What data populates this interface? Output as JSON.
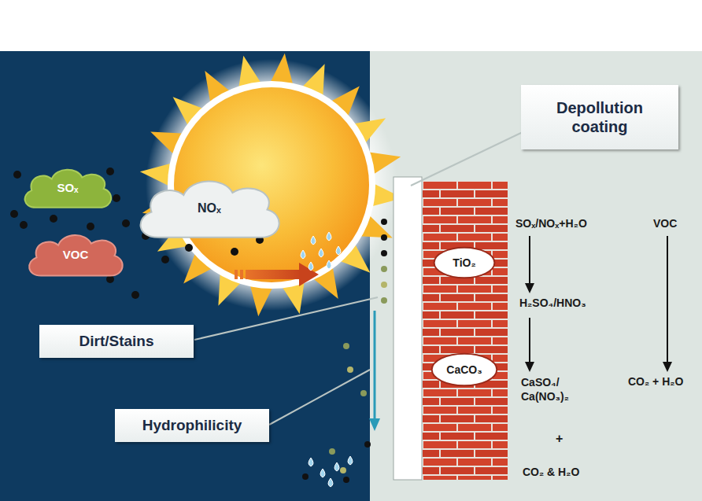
{
  "diagram": {
    "nodes": [
      {
        "text": [
          "SOₓ"
        ]
      },
      {
        "text": [
          "NOₓ"
        ]
      },
      {
        "text": [
          "VOC"
        ]
      },
      {
        "text": [
          "Depollution coating"
        ]
      },
      {
        "text": [
          "Dirt/Stains"
        ]
      },
      {
        "text": [
          "Hydrophilicity"
        ]
      },
      {
        "text": [
          "TiO₂"
        ]
      },
      {
        "text": [
          "CaCO₃"
        ]
      }
    ],
    "labels": [
      "SOₓ/NOₓ+H₂O",
      "H₂SO₄/HNO₃",
      "CaSO₄/ Ca(NO₃)₂",
      "+",
      "CO₂ & H₂O",
      "VOC",
      "CO₂ + H₂O"
    ]
  }
}
